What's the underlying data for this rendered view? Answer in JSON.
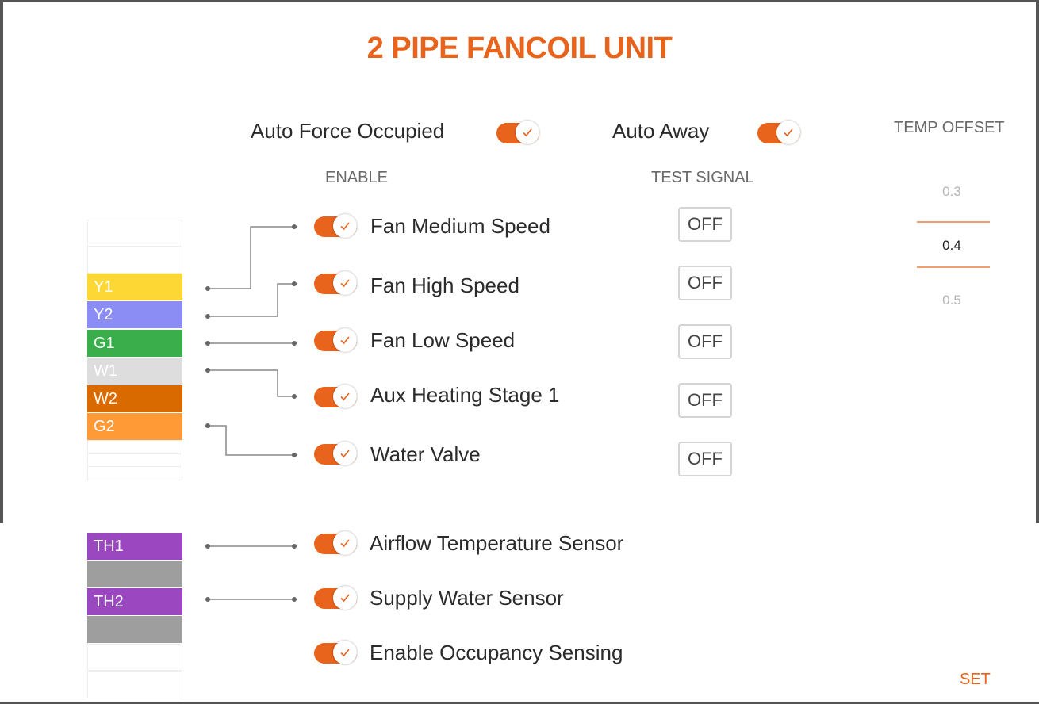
{
  "title": "2 PIPE FANCOIL UNIT",
  "top_toggles": [
    {
      "label": "Auto Force Occupied",
      "on": true
    },
    {
      "label": "Auto Away",
      "on": true
    }
  ],
  "temp_offset": {
    "label": "TEMP OFFSET",
    "options": [
      "0.3",
      "0.4",
      "0.5"
    ],
    "selected": "0.4"
  },
  "headers": {
    "enable": "ENABLE",
    "test_signal": "TEST SIGNAL"
  },
  "relays": [
    {
      "terminal": "Y1",
      "label": "Fan Medium Speed",
      "on": true,
      "test": "OFF"
    },
    {
      "terminal": "Y2",
      "label": "Fan High Speed",
      "on": true,
      "test": "OFF"
    },
    {
      "terminal": "G1",
      "label": "Fan Low Speed",
      "on": true,
      "test": "OFF"
    },
    {
      "terminal": "W1",
      "label": "Aux Heating Stage 1",
      "on": true,
      "test": "OFF"
    },
    {
      "terminal": "W2",
      "label": "",
      "on": null,
      "test": null
    },
    {
      "terminal": "G2",
      "label": "Water Valve",
      "on": true,
      "test": "OFF"
    }
  ],
  "terminal_colors": {
    "Y1": "#fdd835",
    "Y2": "#8c8cf5",
    "G1": "#3aae4a",
    "W1": "#dddddd",
    "W2": "#d86a00",
    "G2": "#ff9a36",
    "TH1": "#9b47c0",
    "TH2": "#9b47c0",
    "gray": "#9e9e9e"
  },
  "sensors": [
    {
      "terminal": "TH1",
      "label": "Airflow Temperature Sensor",
      "on": true
    },
    {
      "terminal": "TH2",
      "label": "Supply Water Sensor",
      "on": true
    },
    {
      "terminal": "",
      "label": "Enable Occupancy Sensing",
      "on": true
    }
  ],
  "set_label": "SET",
  "accent": "#e8631c"
}
